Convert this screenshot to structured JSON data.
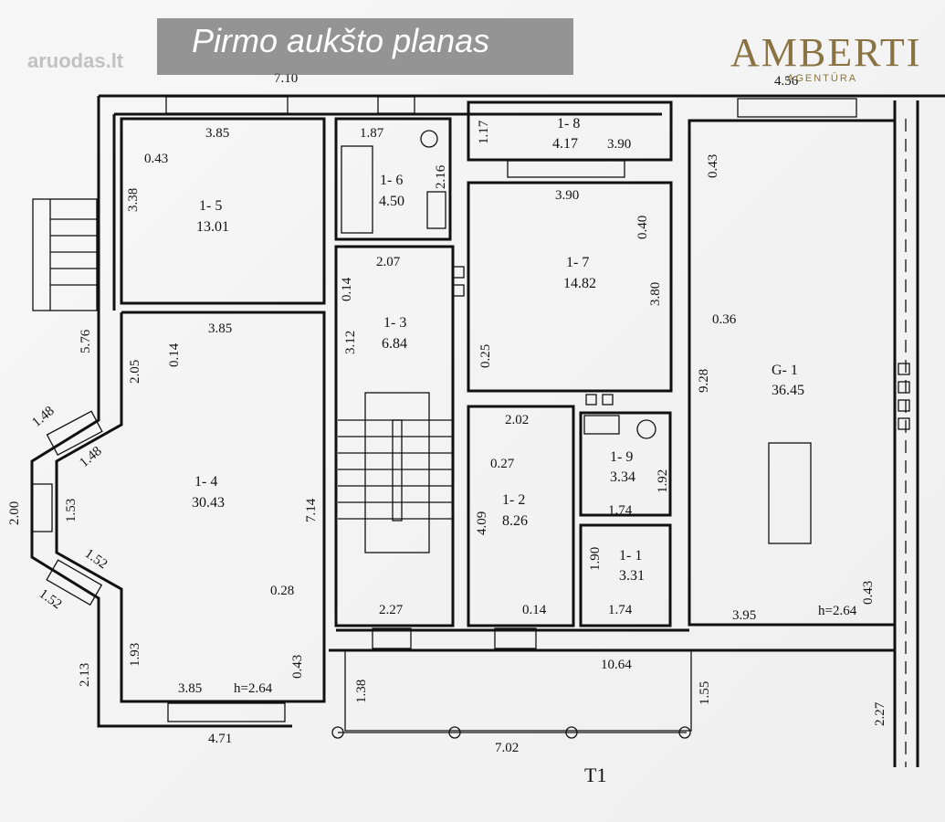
{
  "header": {
    "title": "Pirmo aukšto planas",
    "watermark": "aruodas.lt",
    "brand": "AMBERTI",
    "brand_sub": "AGENTŪRA"
  },
  "floor_code": "T1",
  "rooms": [
    {
      "id": "1- 5",
      "area": "13.01"
    },
    {
      "id": "1- 6",
      "area": "4.50"
    },
    {
      "id": "1- 8",
      "area": "4.17"
    },
    {
      "id": "1- 7",
      "area": "14.82"
    },
    {
      "id": "1- 3",
      "area": "6.84"
    },
    {
      "id": "1- 4",
      "area": "30.43"
    },
    {
      "id": "1- 2",
      "area": "8.26"
    },
    {
      "id": "1- 9",
      "area": "3.34"
    },
    {
      "id": "1- 1",
      "area": "3.31"
    },
    {
      "id": "G- 1",
      "area": "36.45"
    }
  ],
  "dimensions": [
    "7.10",
    "4.56",
    "3.85",
    "0.43",
    "3.38",
    "1.87",
    "2.16",
    "1.17",
    "3.90",
    "3.90",
    "0.43",
    "0.40",
    "3.80",
    "2.07",
    "0.14",
    "3.85",
    "0.14",
    "5.76",
    "3.12",
    "2.05",
    "0.25",
    "0.36",
    "9.28",
    "2.02",
    "1.48",
    "1.48",
    "0.27",
    "1.92",
    "1.74",
    "2.00",
    "1.53",
    "7.14",
    "4.09",
    "1.52",
    "1.90",
    "1.52",
    "0.28",
    "2.27",
    "0.14",
    "1.74",
    "3.95",
    "0.43",
    "10.64",
    "2.13",
    "1.93",
    "0.43",
    "1.38",
    "1.55",
    "3.85",
    "2.27",
    "4.71",
    "7.02"
  ],
  "ceiling_heights": [
    "h=2.64",
    "h=2.64"
  ]
}
